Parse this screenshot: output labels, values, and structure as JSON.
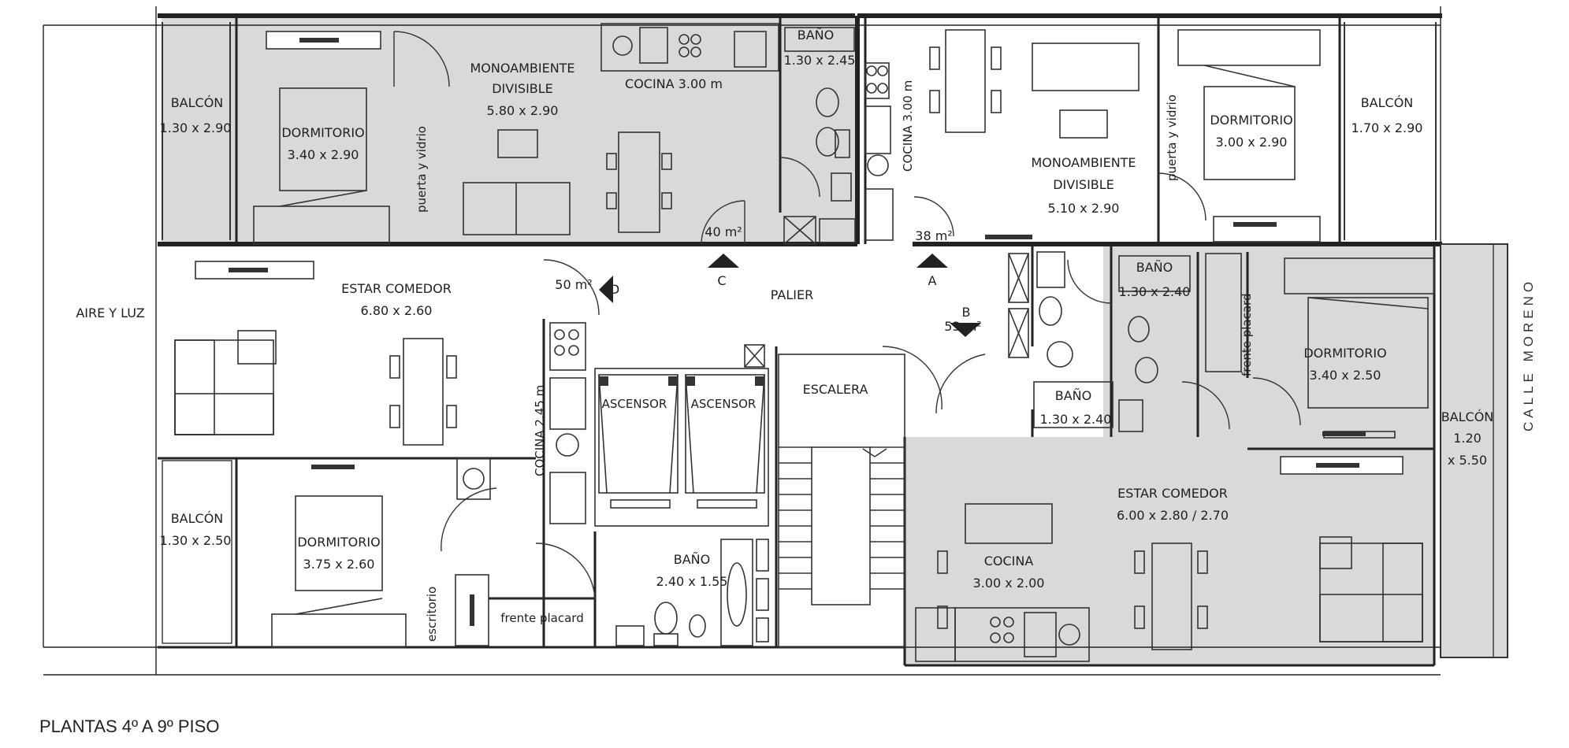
{
  "caption": "PLANTAS 4º A 9º PISO",
  "street": "CALLE MORENO",
  "aire_luz": "AIRE Y LUZ",
  "palier": "PALIER",
  "escalera": "ESCALERA",
  "units": {
    "C": {
      "letter": "C",
      "area": "40 m²",
      "balcon": {
        "name": "BALCÓN",
        "dims": "1.30 x 2.90"
      },
      "dormitorio": {
        "name": "DORMITORIO",
        "dims": "3.40 x 2.90"
      },
      "puerta": "puerta y vidrio",
      "mono": {
        "name1": "MONOAMBIENTE",
        "name2": "DIVISIBLE",
        "dims": "5.80 x 2.90"
      },
      "cocina": "COCINA 3.00 m",
      "bano": {
        "name": "BAÑO",
        "dims": "1.30 x 2.45"
      }
    },
    "A": {
      "letter": "A",
      "area": "38 m²",
      "cocina": "COCINA 3.00 m",
      "mono": {
        "name1": "MONOAMBIENTE",
        "name2": "DIVISIBLE",
        "dims": "5.10 x 2.90"
      },
      "puerta": "puerta y vidrio",
      "dormitorio": {
        "name": "DORMITORIO",
        "dims": "3.00 x 2.90"
      },
      "balcon": {
        "name": "BALCÓN",
        "dims": "1.70 x 2.90"
      }
    },
    "D": {
      "letter": "D",
      "area": "50 m²",
      "estar": {
        "name": "ESTAR COMEDOR",
        "dims": "6.80 x 2.60"
      },
      "cocina": "COCINA 2.45 m",
      "balcon": {
        "name": "BALCÓN",
        "dims": "1.30 x 2.50"
      },
      "dormitorio": {
        "name": "DORMITORIO",
        "dims": "3.75 x 2.60"
      },
      "escritorio": "escritorio",
      "placard": "frente placard",
      "bano": {
        "name": "BAÑO",
        "dims": "2.40 x 1.55"
      }
    },
    "B": {
      "letter": "B",
      "area": "53 m²",
      "bano1": {
        "name": "BAÑO",
        "dims": "1.30 x 2.40"
      },
      "bano2": {
        "name": "BAÑO",
        "dims": "1.30 x 2.40"
      },
      "placard": "frente placard",
      "dormitorio": {
        "name": "DORMITORIO",
        "dims": "3.40 x 2.50"
      },
      "balcon": {
        "name": "BALCÓN",
        "dims1": "1.20",
        "dims2": "x 5.50"
      },
      "estar": {
        "name": "ESTAR COMEDOR",
        "dims": "6.00 x 2.80 / 2.70"
      },
      "cocina": {
        "name": "COCINA",
        "dims": "3.00 x 2.00"
      }
    }
  },
  "ascensor1": "ASCENSOR",
  "ascensor2": "ASCENSOR",
  "colors": {
    "shaded": "#d9d9d9",
    "wall": "#222222",
    "background": "#ffffff"
  }
}
